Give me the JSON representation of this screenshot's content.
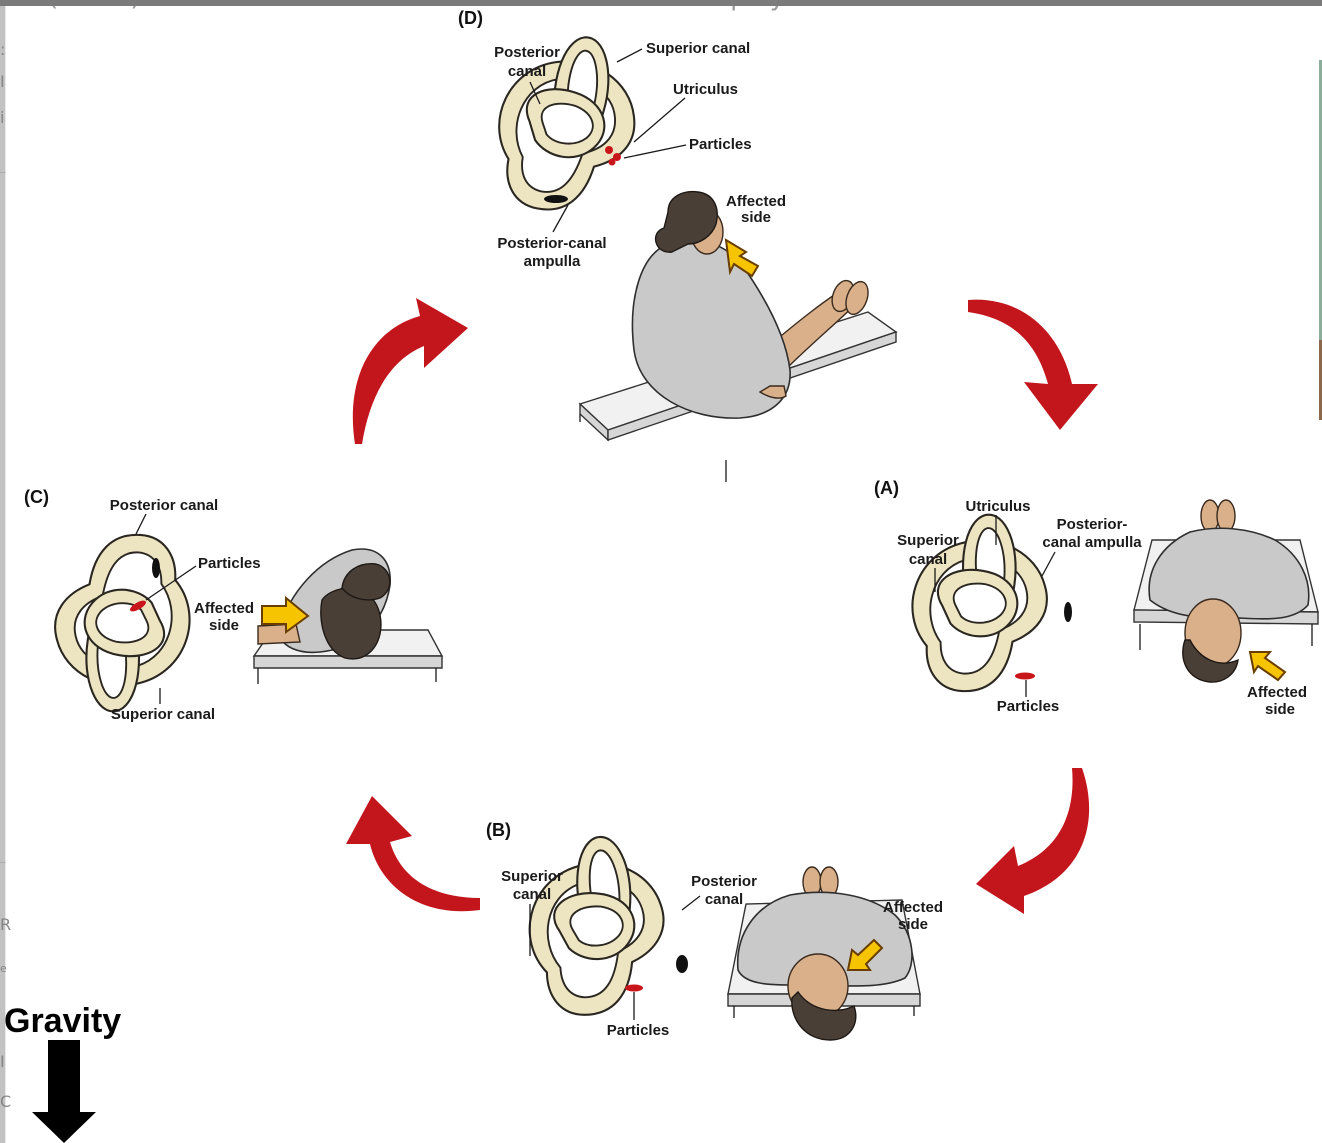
{
  "background": {
    "text_top": "(CRMs) have been described to treat BPPV like the Epley maneuver in the case",
    "side_glyphs": [
      ":",
      "I",
      "i",
      "R",
      "e",
      "I",
      "C"
    ]
  },
  "colors": {
    "rotation_arrow": "#c3161c",
    "affected_arrow": "#f6c400",
    "particles": "#c8161b",
    "labyrinth": "#ede4c2",
    "gown": "#c9c9c9"
  },
  "icons": {
    "rotation_arrows": "curved-arrow",
    "affected_side_marker": "yellow-arrow",
    "gravity_marker": "down-arrow"
  },
  "panels": {
    "D": {
      "tag": "(D)",
      "posterior_canal": [
        "Posterior",
        "canal"
      ],
      "superior_canal": "Superior canal",
      "utriculus": "Utriculus",
      "particles": "Particles",
      "ampulla": [
        "Posterior-canal",
        "ampulla"
      ],
      "affected": [
        "Affected",
        "side"
      ]
    },
    "A": {
      "tag": "(A)",
      "utriculus": "Utriculus",
      "superior_canal": [
        "Superior",
        "canal"
      ],
      "ampulla": [
        "Posterior-",
        "canal ampulla"
      ],
      "particles": "Particles",
      "affected": [
        "Affected",
        "side"
      ]
    },
    "B": {
      "tag": "(B)",
      "superior_canal": [
        "Superior",
        "canal"
      ],
      "posterior_canal": [
        "Posterior",
        "canal"
      ],
      "particles": "Particles",
      "affected": [
        "Affected",
        "side"
      ]
    },
    "C": {
      "tag": "(C)",
      "posterior_canal": "Posterior canal",
      "particles": "Particles",
      "affected": [
        "Affected",
        "side"
      ],
      "superior_canal": "Superior canal"
    }
  },
  "gravity": {
    "label": "Gravity"
  }
}
